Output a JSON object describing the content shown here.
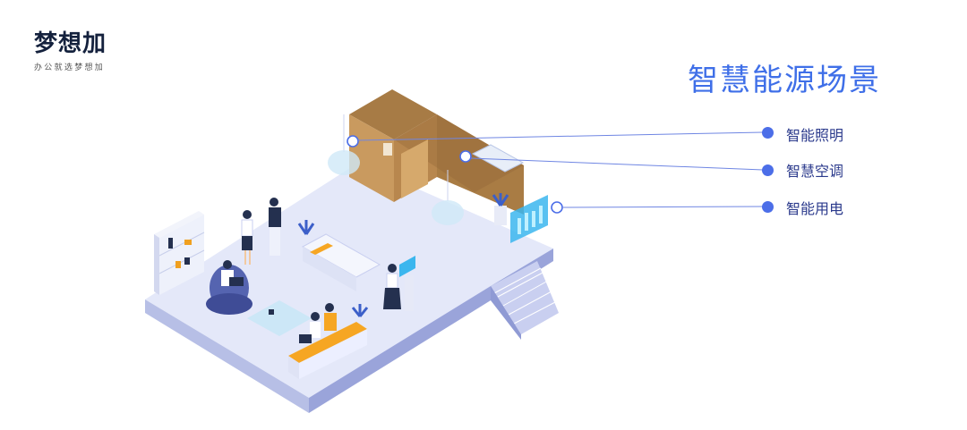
{
  "logo": {
    "name": "梦想加",
    "slogan": "办公就选梦想加"
  },
  "title": "智慧能源场景",
  "callouts": [
    {
      "label": "智能照明"
    },
    {
      "label": "智慧空调"
    },
    {
      "label": "智能用电"
    }
  ],
  "colors": {
    "accent": "#4c6ee8",
    "title": "#3f6fe8",
    "floor": "#dfe3f7",
    "wall": "#c99a5f"
  }
}
